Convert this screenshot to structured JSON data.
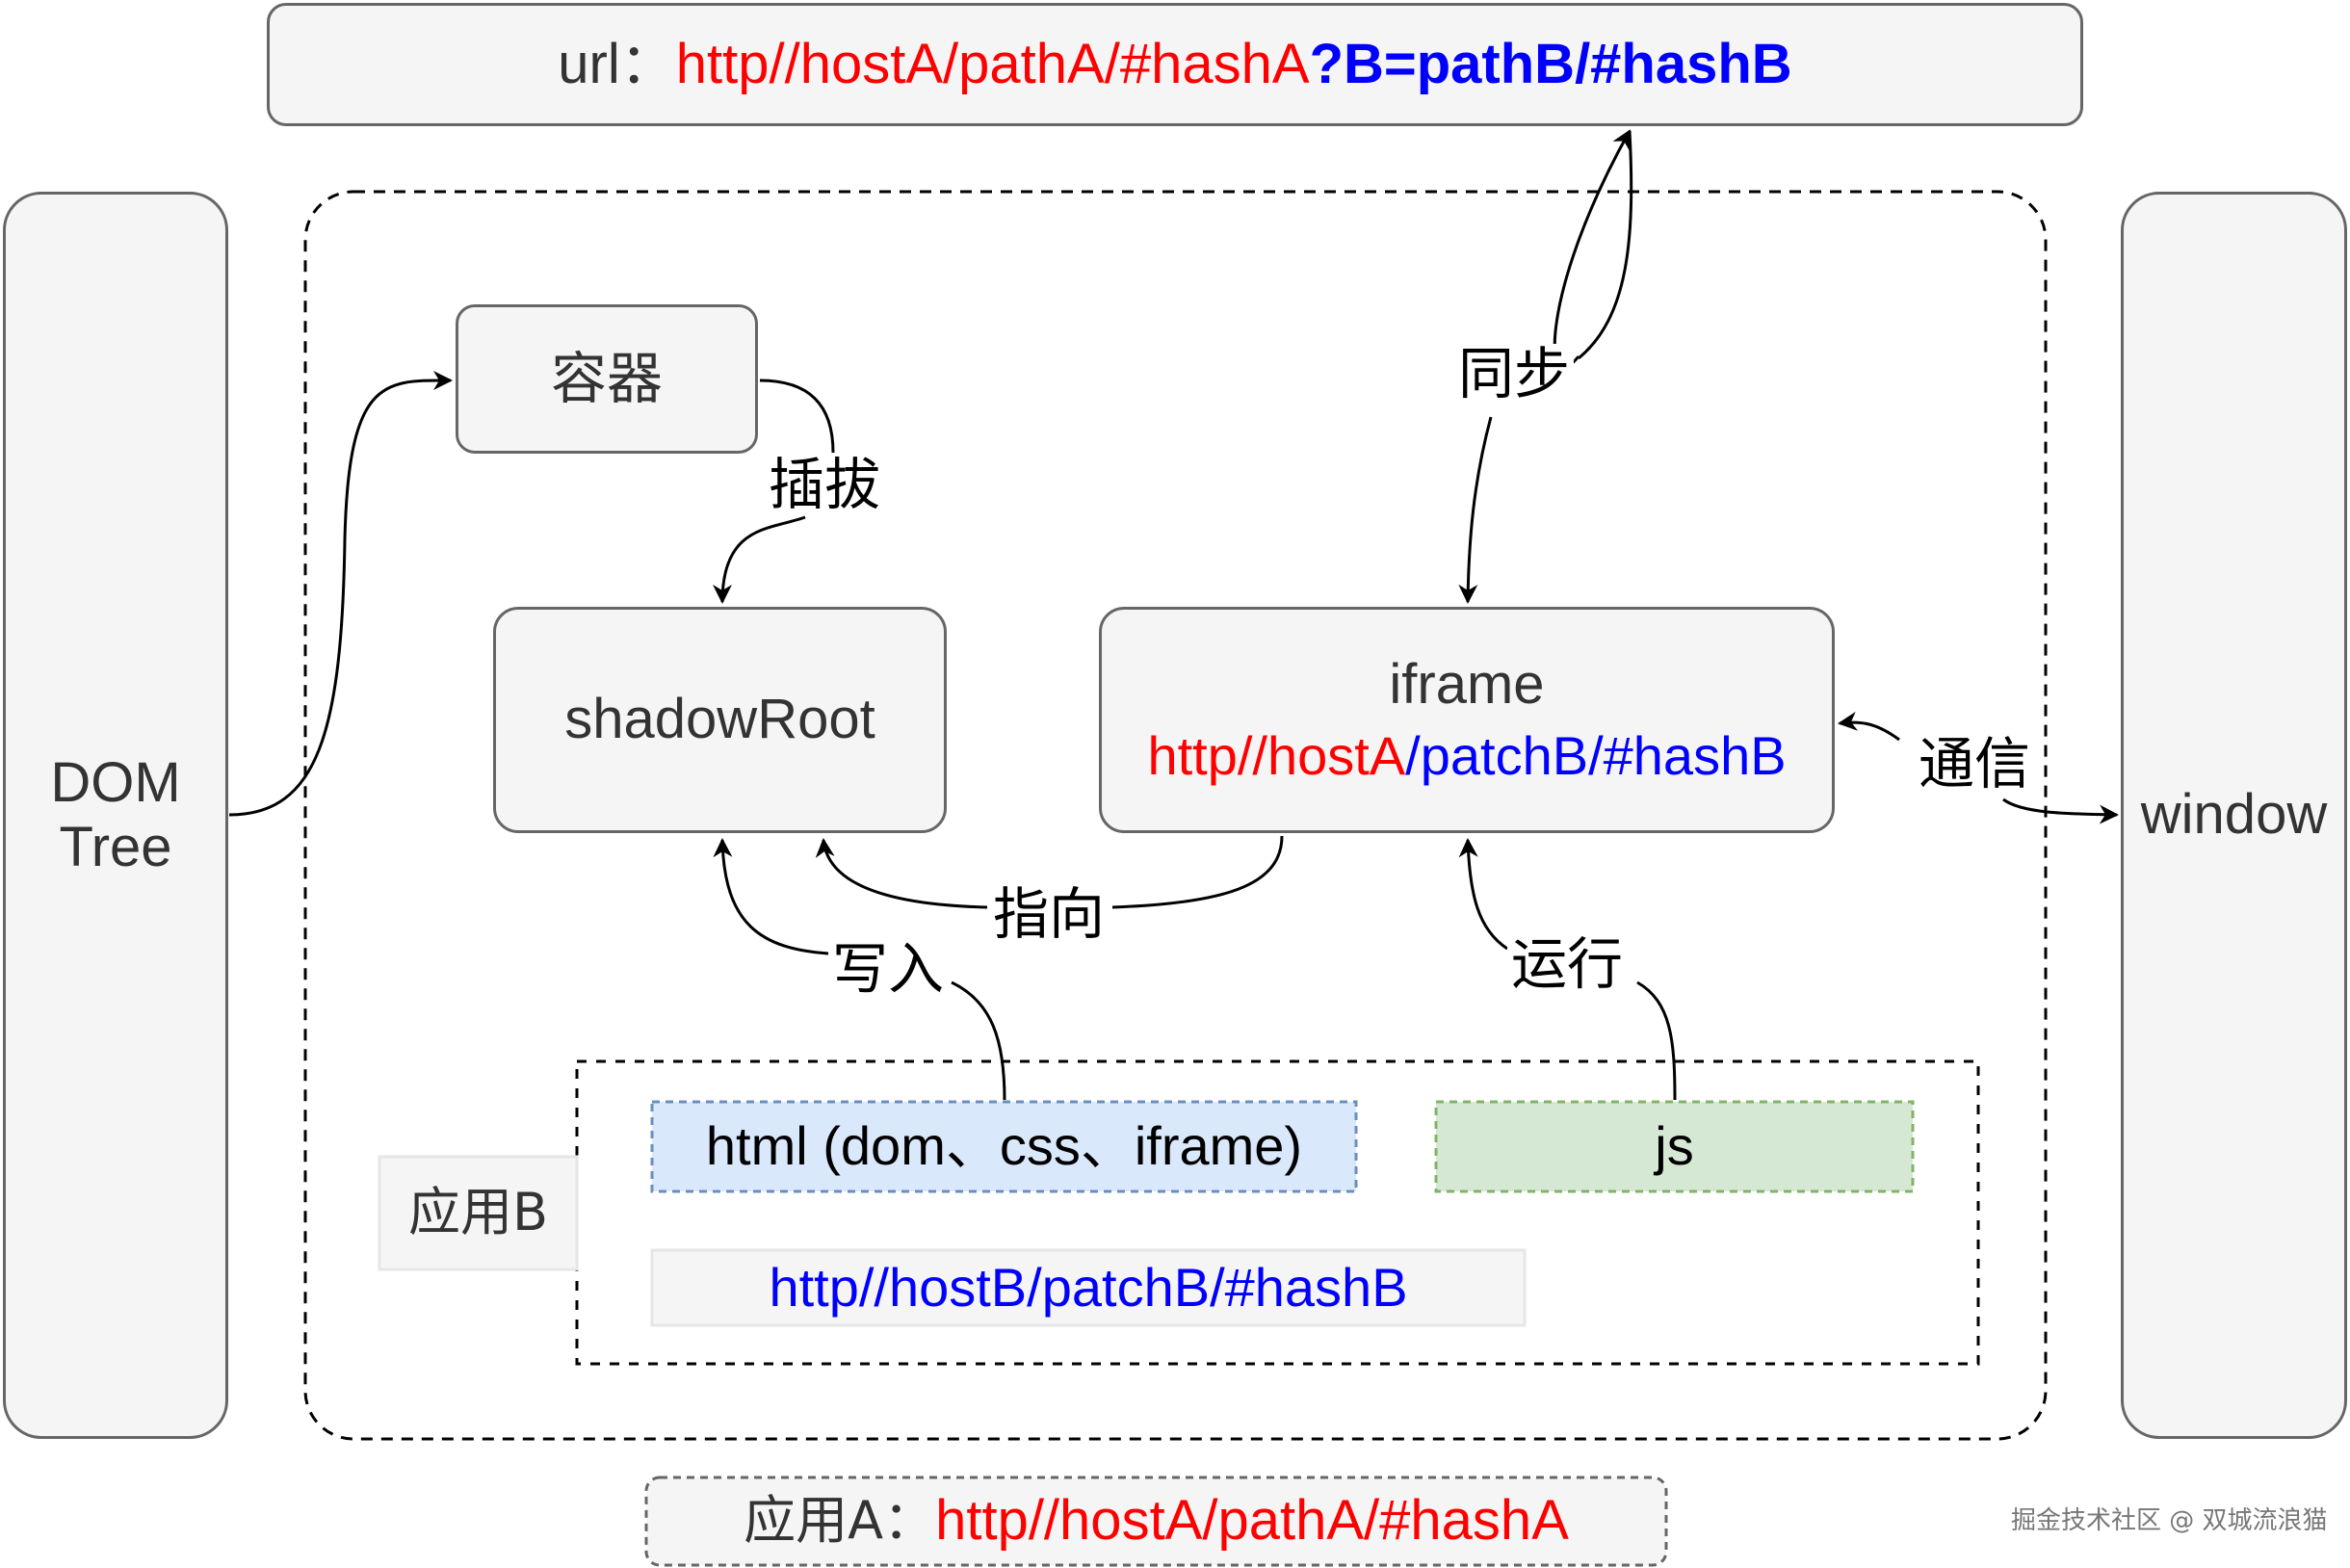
{
  "url_bar": {
    "prefix": "url：",
    "host_part": "http//hostA/pathA/#hashA",
    "query_part": "?B=pathB/#hashB"
  },
  "nodes": {
    "dom_tree": {
      "line1": "DOM",
      "line2": "Tree"
    },
    "window": "window",
    "container": "容器",
    "shadow_root": "shadowRoot",
    "iframe": {
      "title": "iframe",
      "url_red": "http//hostA",
      "url_blue": "/patchB/#hashB"
    }
  },
  "app_b": {
    "label": "应用B",
    "html_box": "html (dom、css、iframe)",
    "js_box": "js",
    "url": "http//hostB/patchB/#hashB"
  },
  "app_a": {
    "label": "应用A：",
    "url": "http//hostA/pathA/#hashA"
  },
  "edge_labels": {
    "plug": "插拔",
    "sync": "同步",
    "communicate": "通信",
    "point_to": "指向",
    "write": "写入",
    "run": "运行"
  },
  "watermark": "掘金技术社区 @ 双城流浪猫",
  "colors": {
    "accent_red": "#ff0000",
    "accent_blue": "#0000ff",
    "node_fill": "#f5f5f5",
    "html_fill": "#dae8fc",
    "html_stroke": "#6c8ebf",
    "js_fill": "#d5e8d4",
    "js_stroke": "#82b366"
  }
}
